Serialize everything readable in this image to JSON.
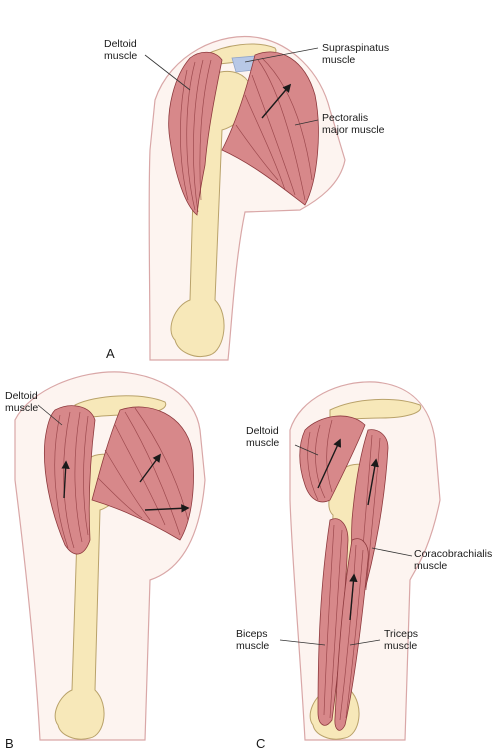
{
  "colors": {
    "skin_fill": "#fdf4f0",
    "skin_outline": "#d9a7a7",
    "bone_fill": "#f7e8b9",
    "bone_outline": "#b9a26a",
    "muscle_fill": "#d7888a",
    "muscle_fiber": "#8e3a3e",
    "tendon": "#b8c8e6",
    "label_text": "#1a1a1a",
    "leader_line": "#333333"
  },
  "panels": [
    {
      "letter": "A",
      "labels": [
        {
          "text": "Deltoid\nmuscle",
          "target": "deltoid"
        },
        {
          "text": "Supraspinatus\nmuscle",
          "target": "supraspinatus"
        },
        {
          "text": "Pectoralis\nmajor muscle",
          "target": "pectoralis-major"
        }
      ]
    },
    {
      "letter": "B",
      "labels": [
        {
          "text": "Deltoid\nmuscle",
          "target": "deltoid"
        }
      ]
    },
    {
      "letter": "C",
      "labels": [
        {
          "text": "Deltoid\nmuscle",
          "target": "deltoid"
        },
        {
          "text": "Coracobrachialis\nmuscle",
          "target": "coracobrachialis"
        },
        {
          "text": "Biceps\nmuscle",
          "target": "biceps"
        },
        {
          "text": "Triceps\nmuscle",
          "target": "triceps"
        }
      ]
    }
  ]
}
